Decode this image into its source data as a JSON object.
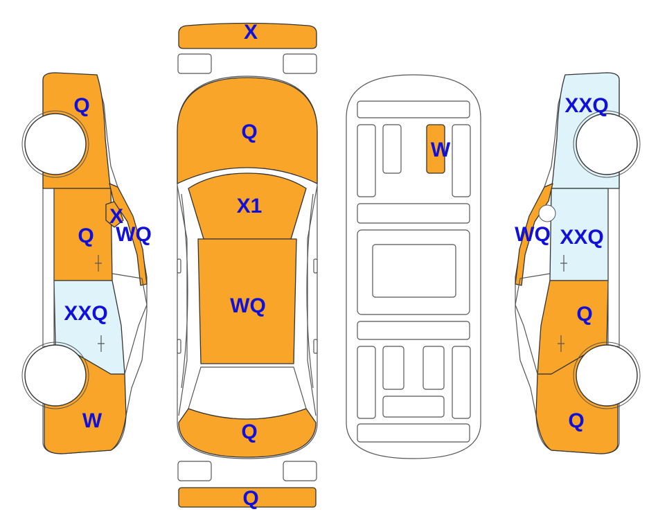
{
  "colors": {
    "damage": "#F9A52A",
    "repaint": "#DFF3FB",
    "label": "#1010D8",
    "outline": "#333333",
    "wheel_fill": "#ffffff"
  },
  "labels": {
    "front_bumper": "X",
    "left_front_fender": "Q",
    "left_front_door": "Q",
    "left_mirror": "X",
    "left_a_pillar": "WQ",
    "left_rear_door": "XXQ",
    "left_rear_fender": "W",
    "hood": "Q",
    "windshield": "X1",
    "roof": "WQ",
    "trunk": "Q",
    "rear_bumper": "Q",
    "floor_panel": "W",
    "right_front_fender": "XXQ",
    "right_a_pillar": "WQ",
    "right_front_door": "XXQ",
    "right_rear_door": "Q",
    "right_rear_fender": "Q"
  }
}
